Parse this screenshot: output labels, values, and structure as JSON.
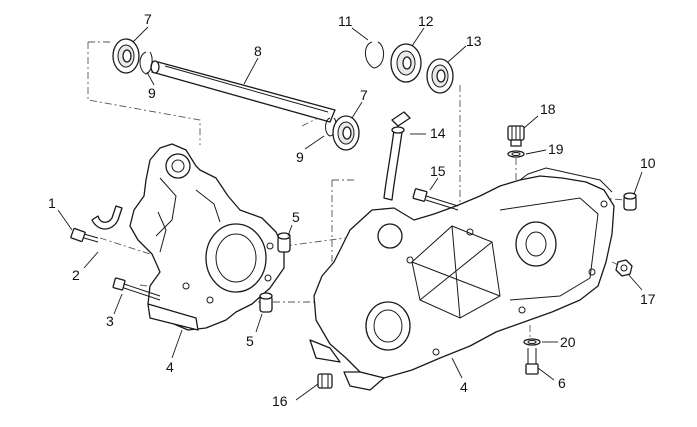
{
  "callouts": {
    "c1": "1",
    "c2": "2",
    "c3": "3",
    "c4a": "4",
    "c4b": "4",
    "c5a": "5",
    "c5b": "5",
    "c6": "6",
    "c7a": "7",
    "c7b": "7",
    "c8": "8",
    "c9a": "9",
    "c9b": "9",
    "c10": "10",
    "c11": "11",
    "c12": "12",
    "c13": "13",
    "c14": "14",
    "c15": "15",
    "c16": "16",
    "c17": "17",
    "c18": "18",
    "c19": "19",
    "c20": "20"
  }
}
